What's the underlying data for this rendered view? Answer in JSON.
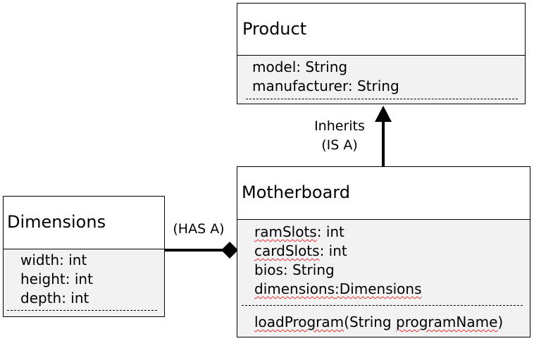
{
  "product": {
    "name": "Product",
    "attributes": [
      "model: String",
      "manufacturer: String"
    ]
  },
  "motherboard": {
    "name": "Motherboard",
    "attributes": [
      {
        "name": "ramSlots",
        "type": ": int"
      },
      {
        "name": "cardSlots",
        "type": ": int"
      },
      {
        "name": "bios",
        "type": ": String"
      },
      {
        "name": "dimensions",
        "type": ":Dimensions"
      }
    ],
    "method": {
      "name": "loadProgram",
      "params_prefix": "(String ",
      "param_name": "programName",
      "params_suffix": ")"
    }
  },
  "dimensions": {
    "name": "Dimensions",
    "attributes": [
      "width: int",
      "height: int",
      "depth: int"
    ]
  },
  "relations": {
    "inherits_line1": "Inherits",
    "inherits_line2": "(IS A)",
    "has_a": "(HAS A)"
  }
}
